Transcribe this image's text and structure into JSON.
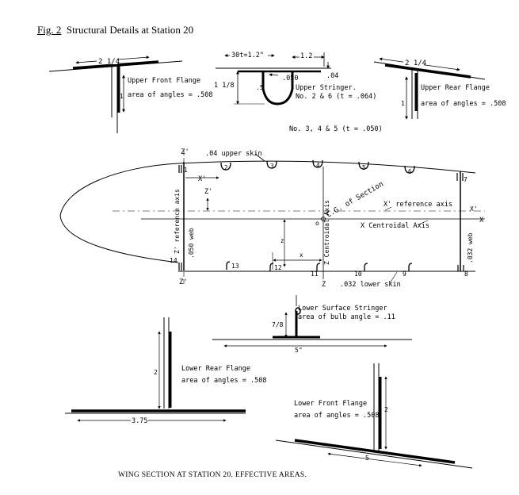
{
  "figure": {
    "label": "Fig. 2",
    "title": "Structural Details at Station 20",
    "caption": "WING SECTION AT STATION 20.  EFFECTIVE AREAS."
  },
  "upper_front_flange": {
    "width": "2 1/4",
    "name": "Upper Front Flange",
    "area_text": "area of angles = .508",
    "height": "1"
  },
  "upper_stringer": {
    "dim_30t": "30t=1.2\"",
    "dim_12": "1.2",
    "dim_050": ".050",
    "dim_04": ".04",
    "dim_118": "1 1/8",
    "dim_5": ".5",
    "name": "Upper Stringer.",
    "note": "No. 2 & 6 (t = .064)",
    "note2": "No. 3, 4 & 5 (t = .050)"
  },
  "upper_rear_flange": {
    "width": "2 1/4",
    "name": "Upper Rear Flange",
    "area_text": "area of angles = .508",
    "height": "1"
  },
  "section": {
    "z_prime_top": "Z'",
    "z_prime_bottom": "Z'",
    "upper_skin": ".04 upper skin",
    "x_prime_short": "X'",
    "z_prime_inner": "Z'",
    "cg_label": "C.G. of Section",
    "origin": "o",
    "x_ref_axis": "X' reference axis",
    "x_prime_end": "X'",
    "x_end": "X",
    "x_centroidal": "X Centroidal Axis",
    "z_ref_axis": "Z' reference axis",
    "front_web": ".050 web",
    "rear_web": ".032 web",
    "z_dim": "z",
    "x_dim": "x",
    "z_centroidal": "Z Centroidal Axis",
    "z_bottom": "Z",
    "lower_skin": ".032 lower skin",
    "stringers_upper": [
      "1",
      "2",
      "3",
      "4",
      "5",
      "6",
      "7"
    ],
    "stringers_lower": [
      "8",
      "9",
      "10",
      "11",
      "12",
      "13",
      "14"
    ]
  },
  "lower_surface_stringer": {
    "name": "Lower Surface Stringer",
    "area_text": "area of bulb angle = .11",
    "height": "7/8",
    "width": "5\""
  },
  "lower_rear_flange": {
    "name": "Lower Rear Flange",
    "area_text": "area of angles = .508",
    "height": "2",
    "width": "3.75"
  },
  "lower_front_flange": {
    "name": "Lower Front Flange",
    "area_text": "area of angles = .508",
    "height": "2",
    "width": "5"
  }
}
